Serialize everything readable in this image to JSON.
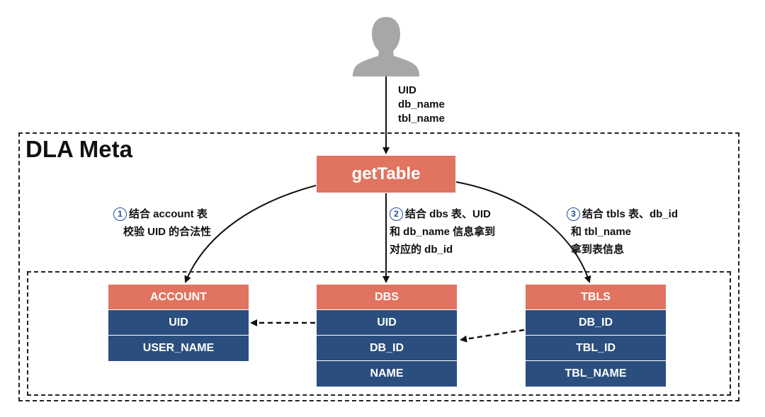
{
  "diagram": {
    "title": "DLA Meta",
    "user_icon": "user-silhouette-icon",
    "input_params": [
      "UID",
      "db_name",
      "tbl_name"
    ],
    "api": "getTable",
    "steps": [
      {
        "num": "1",
        "lines": [
          "结合 account 表",
          "校验 UID 的合法性"
        ]
      },
      {
        "num": "2",
        "lines": [
          "结合 dbs 表、UID",
          "和 db_name 信息拿到",
          "对应的 db_id"
        ]
      },
      {
        "num": "3",
        "lines": [
          "结合 tbls 表、db_id",
          "和 tbl_name",
          "拿到表信息"
        ]
      }
    ],
    "tables": {
      "account": {
        "name": "ACCOUNT",
        "columns": [
          "UID",
          "USER_NAME"
        ]
      },
      "dbs": {
        "name": "DBS",
        "columns": [
          "UID",
          "DB_ID",
          "NAME"
        ]
      },
      "tbls": {
        "name": "TBLS",
        "columns": [
          "DB_ID",
          "TBL_ID",
          "TBL_NAME"
        ]
      }
    },
    "colors": {
      "accent": "#e07460",
      "table_row": "#2a4e7e",
      "line": "#111111",
      "step_number": "#1f4e9c",
      "user_icon": "#a7a7a7"
    }
  }
}
